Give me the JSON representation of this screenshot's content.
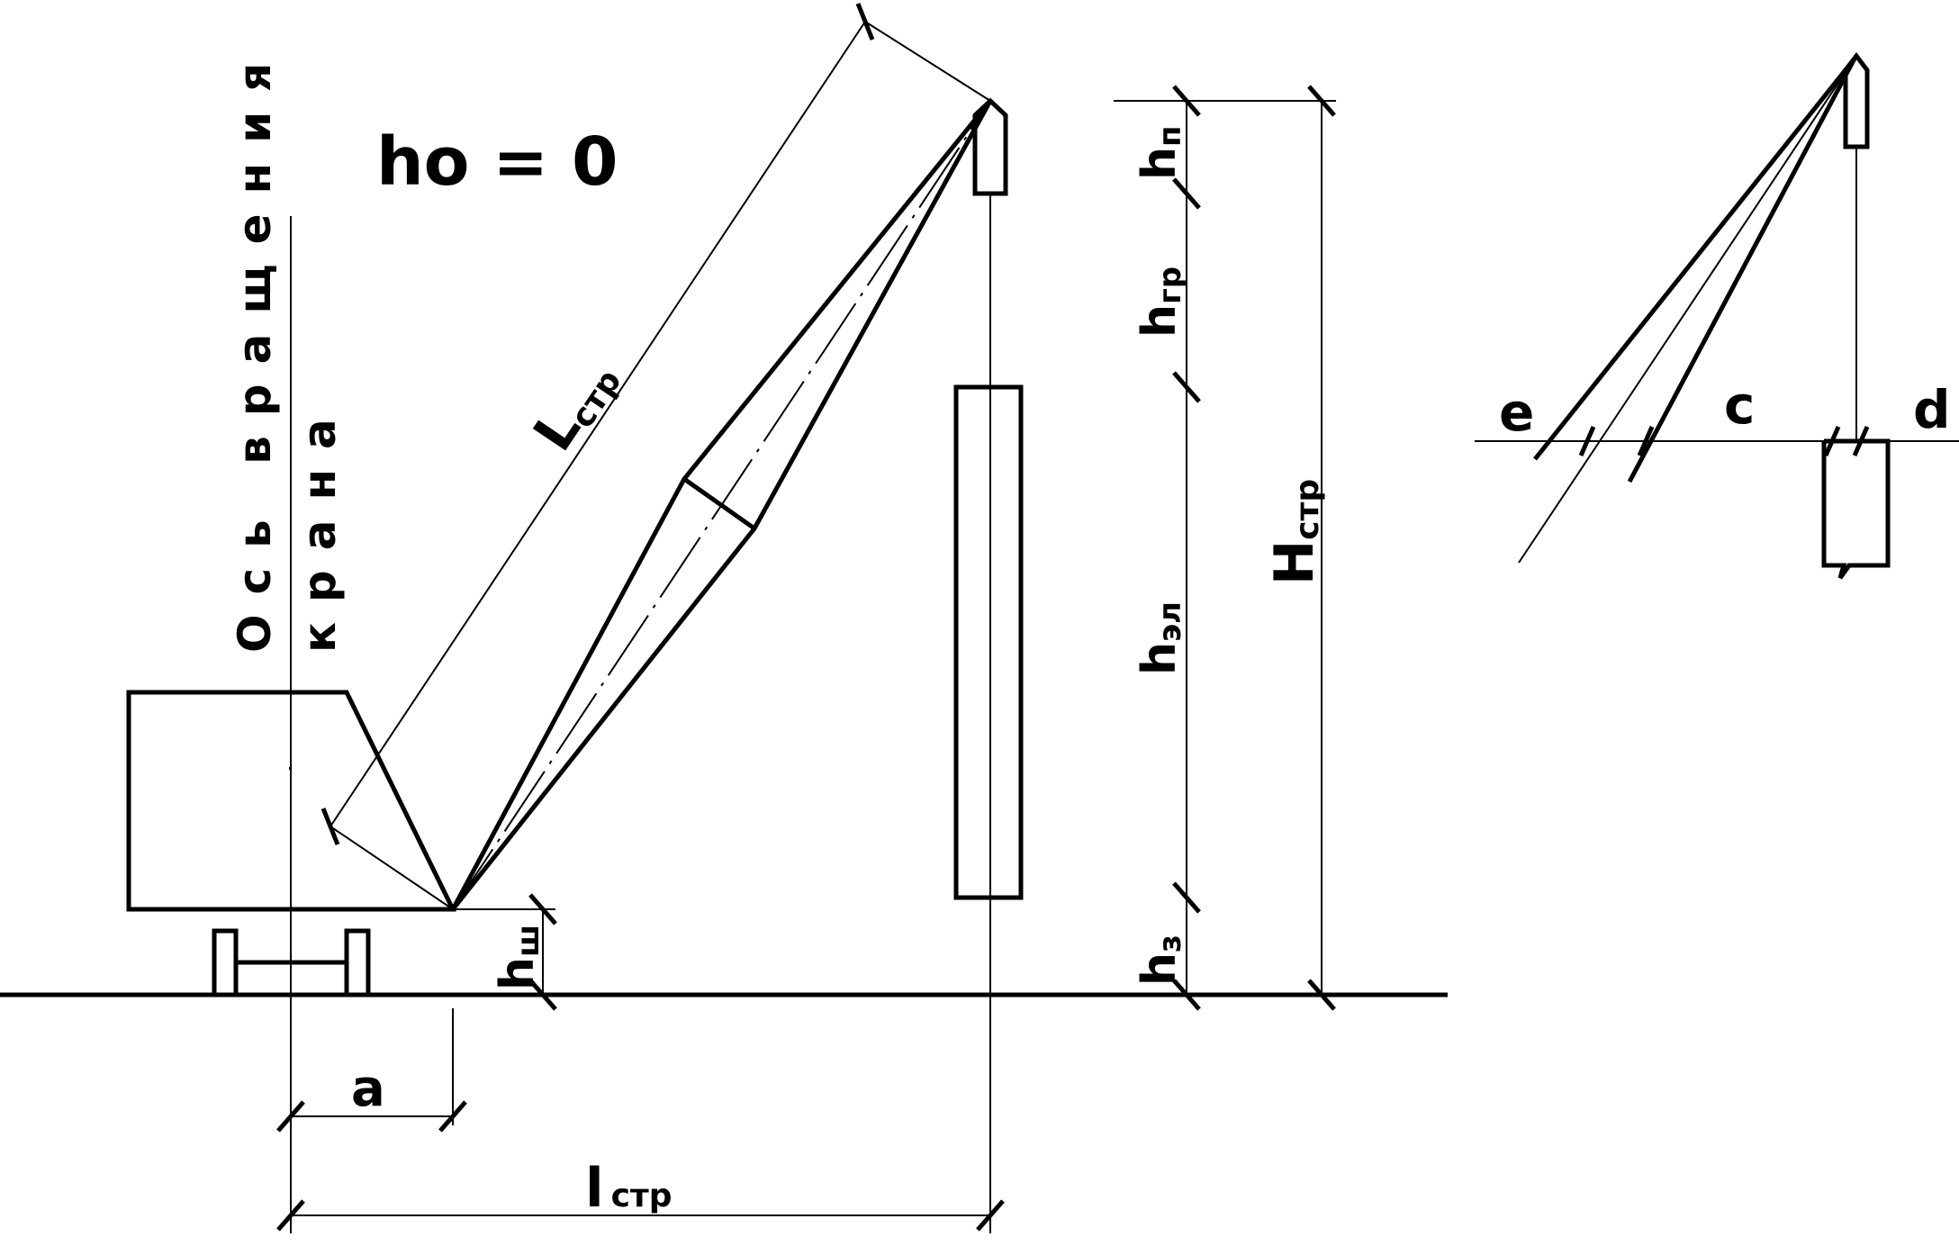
{
  "header": {
    "formula": "hо = 0"
  },
  "axis_label": {
    "line1": "Ось вращения",
    "line2": "крана"
  },
  "boom_label": {
    "base": "L",
    "sub": "стр"
  },
  "dimensions": {
    "h_n": {
      "base": "h",
      "sub": "п"
    },
    "h_gr": {
      "base": "h",
      "sub": "гр"
    },
    "h_el": {
      "base": "h",
      "sub": "эл"
    },
    "h_z": {
      "base": "h",
      "sub": "з"
    },
    "h_sh": {
      "base": "h",
      "sub": "ш"
    },
    "H_str": {
      "base": "H",
      "sub": "стр"
    },
    "a": "a",
    "l_str": {
      "base": "l",
      "sub": "стр"
    }
  },
  "detail": {
    "e": "e",
    "c": "c",
    "d": "d"
  }
}
